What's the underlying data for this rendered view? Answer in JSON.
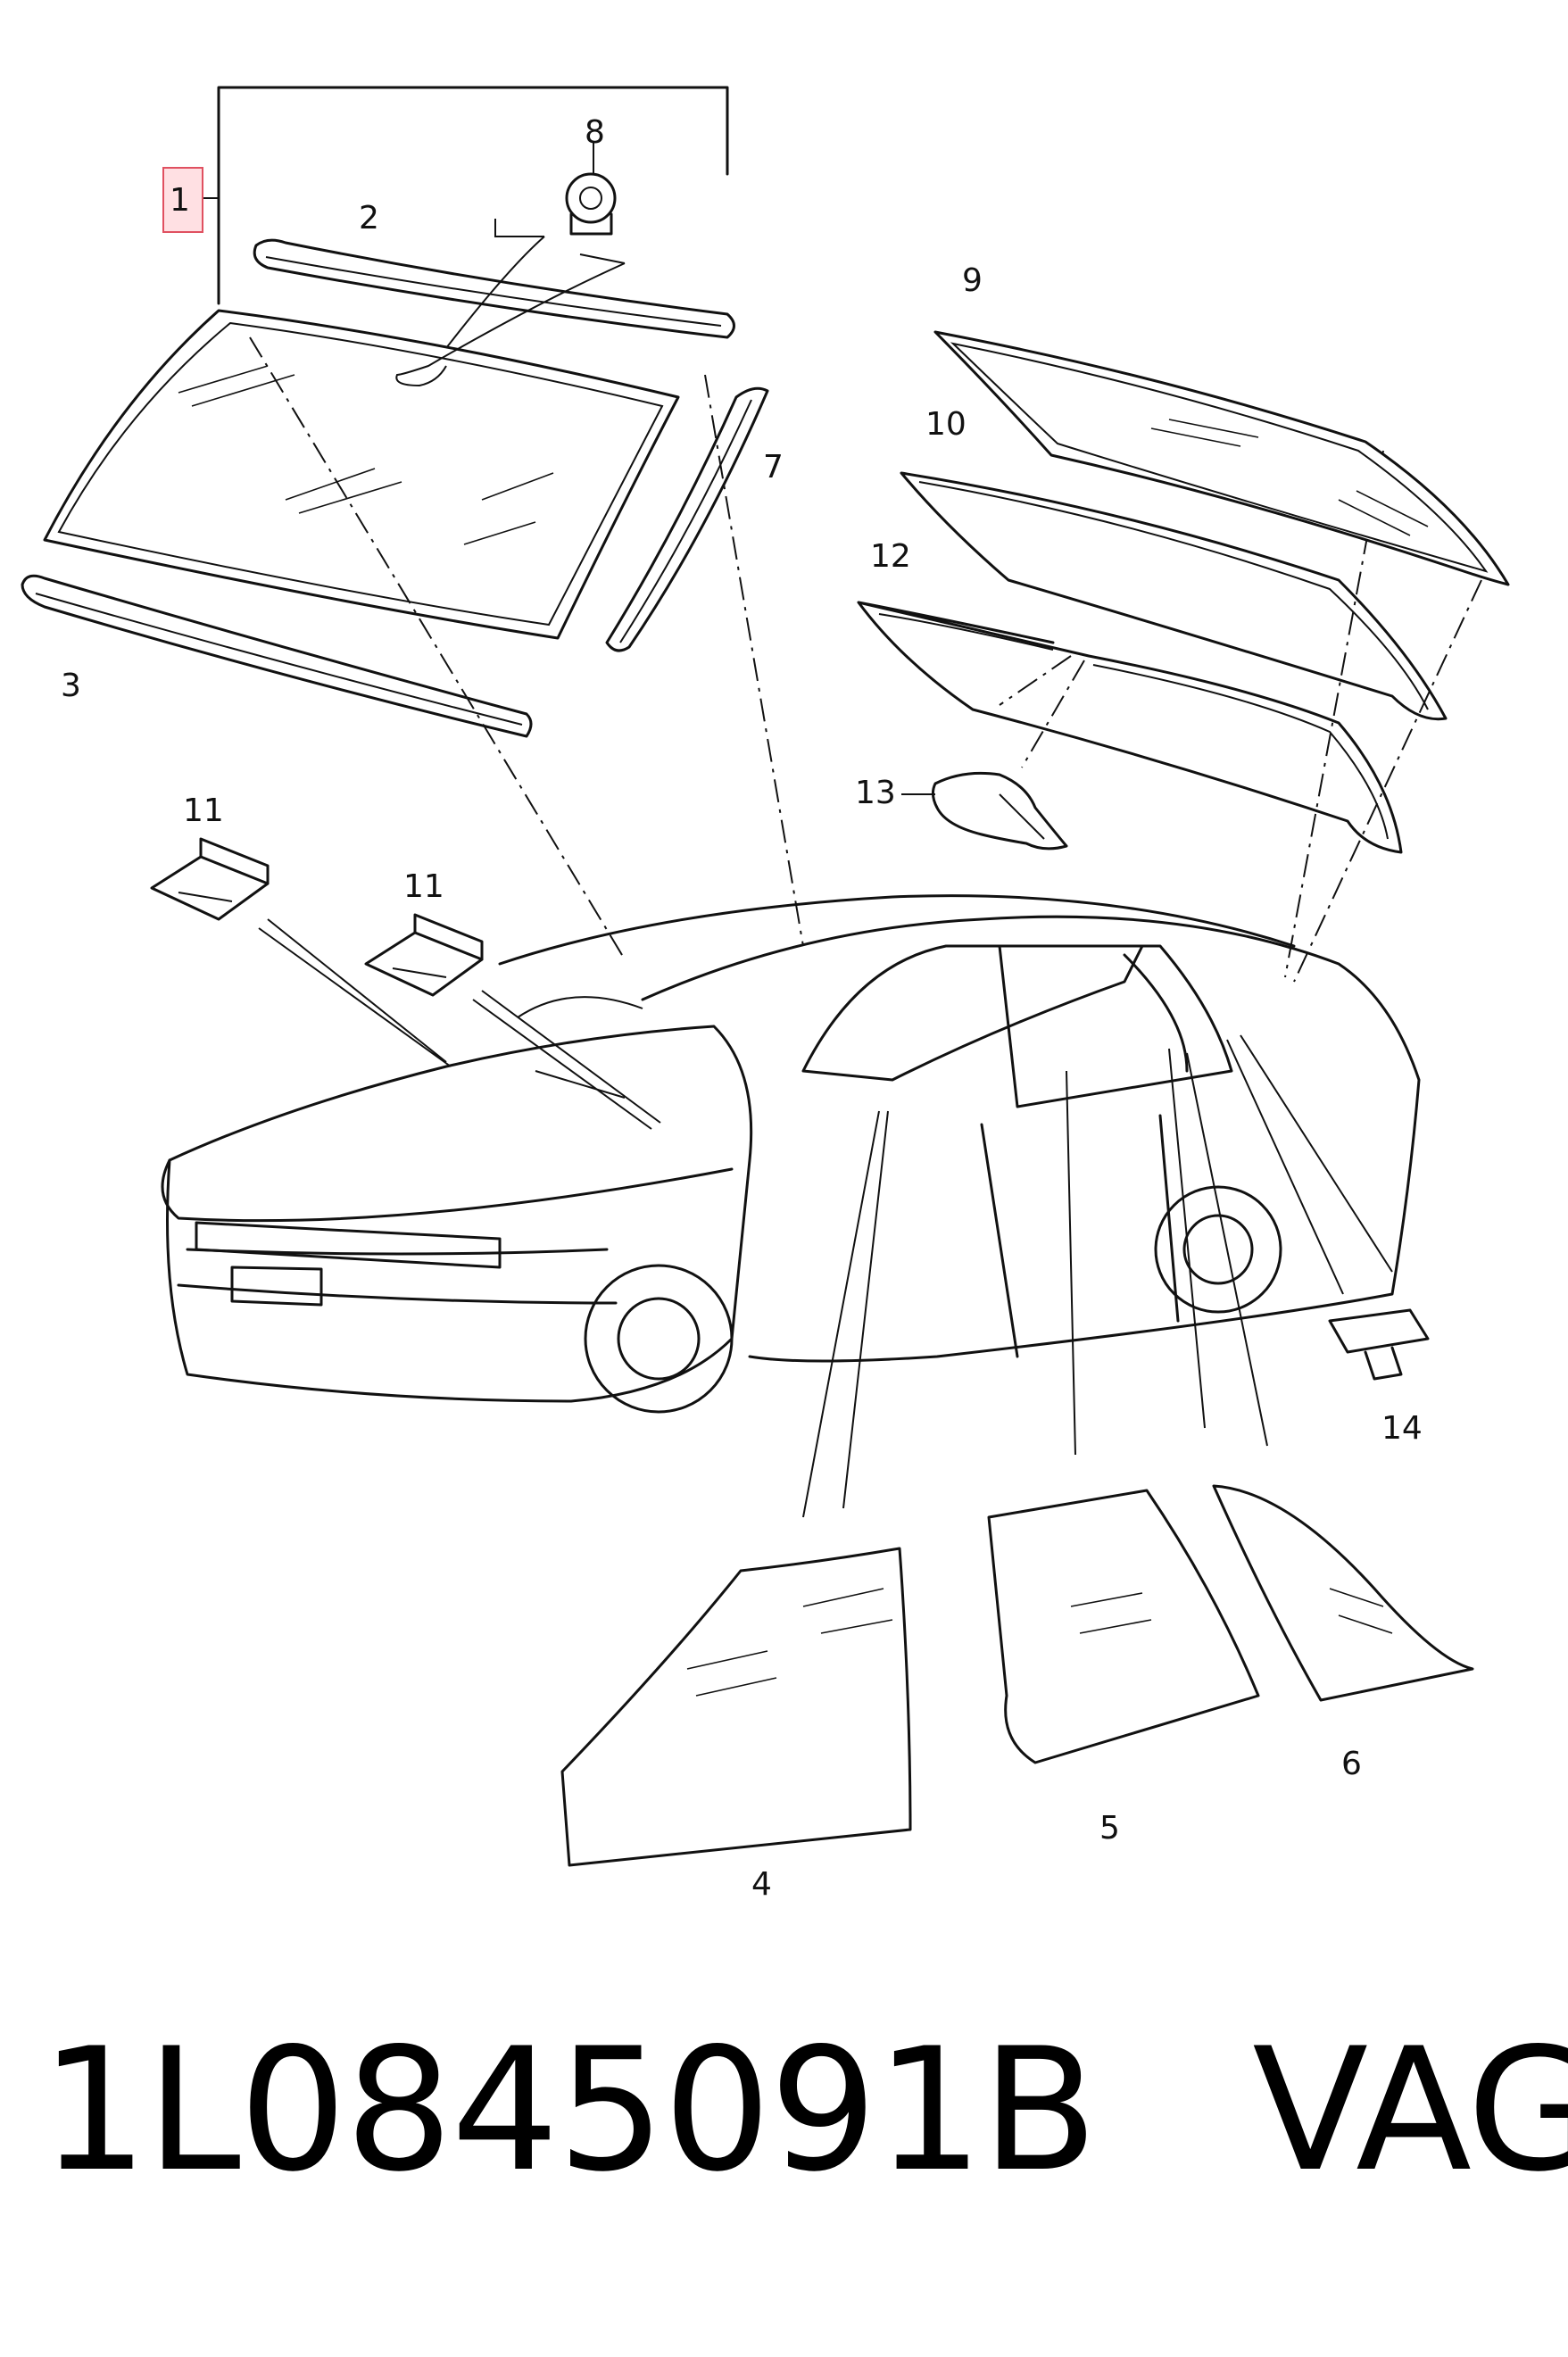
{
  "diagram": {
    "callouts": [
      {
        "id": "1",
        "label": "1",
        "highlighted": true
      },
      {
        "id": "2",
        "label": "2"
      },
      {
        "id": "3",
        "label": "3"
      },
      {
        "id": "4",
        "label": "4"
      },
      {
        "id": "5",
        "label": "5"
      },
      {
        "id": "6",
        "label": "6"
      },
      {
        "id": "7",
        "label": "7"
      },
      {
        "id": "8",
        "label": "8"
      },
      {
        "id": "9",
        "label": "9"
      },
      {
        "id": "10",
        "label": "10"
      },
      {
        "id": "11a",
        "label": "11"
      },
      {
        "id": "11b",
        "label": "11"
      },
      {
        "id": "12",
        "label": "12"
      },
      {
        "id": "13",
        "label": "13"
      },
      {
        "id": "14",
        "label": "14"
      }
    ],
    "highlight_color": "#e05060"
  },
  "footer": {
    "part_number": "1L0845091B",
    "brand": "VAG"
  }
}
